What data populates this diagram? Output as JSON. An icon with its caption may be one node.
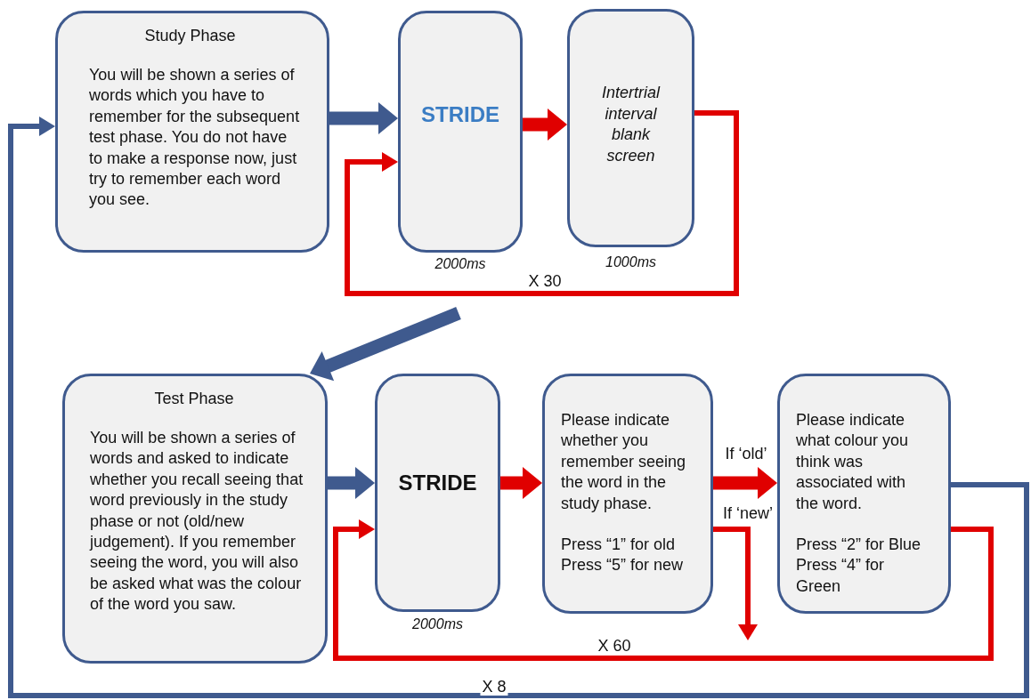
{
  "diagram": {
    "nodes": [
      {
        "text": [
          "Study Phase",
          "You will be shown a series of words which you have to remember for the subsequent test phase. You do not have to make a response now, just try to remember each word you see."
        ]
      },
      {
        "text": [
          "STRIDE"
        ],
        "beside": [
          "2000ms"
        ]
      },
      {
        "text": [
          "Intertrial interval blank screen"
        ],
        "beside": [
          "1000ms"
        ]
      },
      {
        "text": [
          "Test Phase",
          "You will be shown a series of words and asked to indicate whether you recall seeing that word previously in the study phase or not (old/new judgement). If you remember seeing the word, you will also be asked what was the colour of the word you saw."
        ]
      },
      {
        "text": [
          "STRIDE"
        ],
        "beside": [
          "2000ms"
        ]
      },
      {
        "text": [
          "Please indicate whether you remember seeing the word in the study phase.",
          "Press “1” for old",
          "Press “5” for new"
        ]
      },
      {
        "text": [
          "Please indicate what colour you think was associated with the word.",
          "Press “2” for Blue",
          "Press “4” for Green"
        ]
      }
    ],
    "edges": [
      {
        "from": 0,
        "to": 1,
        "arrow": "to",
        "color": "#3f5a8e"
      },
      {
        "from": 1,
        "to": 2,
        "arrow": "to"
      },
      {
        "from": 2,
        "to": 1,
        "arrow": "to",
        "label": "X 30"
      },
      {
        "from": null,
        "to": 3,
        "arrow": "to",
        "color": "#3f5a8e"
      },
      {
        "from": 3,
        "to": 4,
        "arrow": "to",
        "color": "#3f5a8e"
      },
      {
        "from": 4,
        "to": 5,
        "arrow": "to"
      },
      {
        "from": 5,
        "to": 6,
        "arrow": "to",
        "label": "If ‘old’"
      },
      {
        "from": 5,
        "to": null,
        "arrow": "to",
        "label": "If ‘new’"
      },
      {
        "from": 6,
        "to": 4,
        "arrow": "to",
        "label": "X 60"
      },
      {
        "from": 6,
        "to": 0,
        "arrow": "to",
        "label": "X 8",
        "color": "#3f5a8e"
      }
    ]
  }
}
